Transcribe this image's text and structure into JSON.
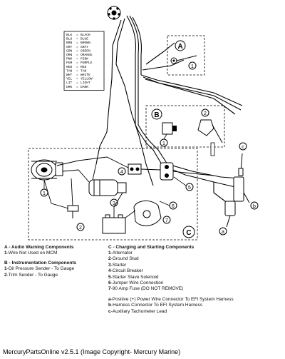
{
  "color_key": [
    {
      "code": "BLK",
      "color": "BLACK"
    },
    {
      "code": "BLU",
      "color": "BLUE"
    },
    {
      "code": "BRN",
      "color": "BROWN"
    },
    {
      "code": "GRY",
      "color": "GRAY"
    },
    {
      "code": "GRN",
      "color": "GREEN"
    },
    {
      "code": "ORN",
      "color": "ORANGE"
    },
    {
      "code": "PNK",
      "color": "PINK"
    },
    {
      "code": "PUR",
      "color": "PURPLE"
    },
    {
      "code": "RED",
      "color": "RED"
    },
    {
      "code": "TAN",
      "color": "TAN"
    },
    {
      "code": "WHT",
      "color": "WHITE"
    },
    {
      "code": "YEL",
      "color": "YELLOW"
    },
    {
      "code": "LIT",
      "color": "LIGHT"
    },
    {
      "code": "DRK",
      "color": "DARK"
    }
  ],
  "diagram_labels": {
    "section_a": "A",
    "section_b": "B",
    "section_c": "C",
    "callout_1": "1",
    "callout_2": "2",
    "callout_3": "3",
    "callout_4": "4",
    "callout_5": "5",
    "callout_6": "6",
    "callout_7": "7",
    "callout_a": "a",
    "callout_b": "b",
    "callout_c": "c"
  },
  "legend": {
    "section_a": {
      "heading": "A - Audio Warning Components",
      "items": [
        {
          "key": "1",
          "text": "-Wire Not Used on MCM"
        }
      ]
    },
    "section_b": {
      "heading": "B - Instrumentation Components",
      "items": [
        {
          "key": "1",
          "text": "-Oil Pressure Sender - To Gauge"
        },
        {
          "key": "2",
          "text": "-Trim Sender - To Gauge"
        }
      ]
    },
    "section_c": {
      "heading": "C - Charging and Starting Components",
      "items": [
        {
          "key": "1",
          "text": "-Alternator"
        },
        {
          "key": "2",
          "text": "-Ground Stud"
        },
        {
          "key": "3",
          "text": "-Starter"
        },
        {
          "key": "4",
          "text": "-Circuit Breaker"
        },
        {
          "key": "5",
          "text": "-Starter Slave Solenoid"
        },
        {
          "key": "6",
          "text": "-Jumper Wire Connection"
        },
        {
          "key": "7",
          "text": "-90 Amp Fuse (DO NOT REMOVE)"
        }
      ],
      "connectors": [
        {
          "key": "a",
          "text": "-Positive (+) Power Wire Connector To EFI System Harness"
        },
        {
          "key": "b",
          "text": "-Harness Connector To EFI System Harness"
        },
        {
          "key": "c",
          "text": "-Auxiliary Tachometer Lead"
        }
      ]
    }
  },
  "footer": "MercuryPartsOnline v2.5.1 (Image Copyright- Mercury Marine)"
}
